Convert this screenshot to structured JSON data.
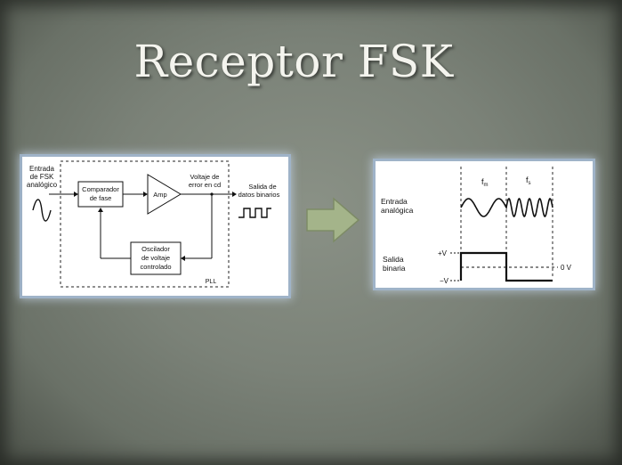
{
  "slide": {
    "title": "Receptor FSK"
  },
  "pll_diagram": {
    "input_label": [
      "Entrada",
      "de FSK",
      "analógico"
    ],
    "comparator_label": [
      "Comparador",
      "de fase"
    ],
    "amp_label": "Amp",
    "voltage_label": [
      "Voltaje de",
      "error en cd"
    ],
    "output_label": [
      "Salida de",
      "datos binarios"
    ],
    "vco_label": [
      "Oscilador",
      "de voltaje",
      "controlado"
    ],
    "pll_label": "PLL"
  },
  "waveform_diagram": {
    "input_label": [
      "Entrada",
      "analógica"
    ],
    "fm_label": "f",
    "fm_sub": "m",
    "fs_label": "f",
    "fs_sub": "s",
    "output_label": [
      "Salida",
      "binaria"
    ],
    "plus_v": "+V",
    "minus_v": "−V",
    "zero_v": "0 V"
  },
  "colors": {
    "arrow_fill": "#a4b48a",
    "arrow_stroke": "#7d8b66",
    "panel_glow": "#9fb3c8"
  }
}
